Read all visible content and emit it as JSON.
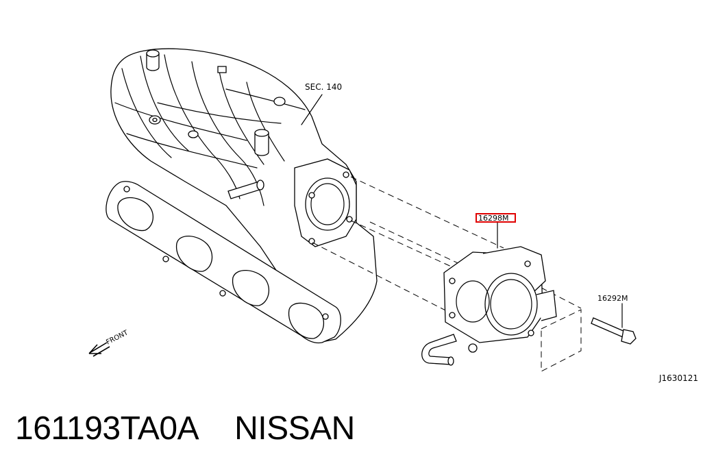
{
  "labels": {
    "sec": "SEC. 140",
    "part_highlighted": "16298M",
    "bolt": "16292M",
    "front": "FRONT",
    "diagram_code": "J1630121"
  },
  "caption": {
    "part_number": "161193TA0A",
    "brand": "NISSAN"
  },
  "colors": {
    "highlight": "#e00000",
    "line": "#000000"
  }
}
